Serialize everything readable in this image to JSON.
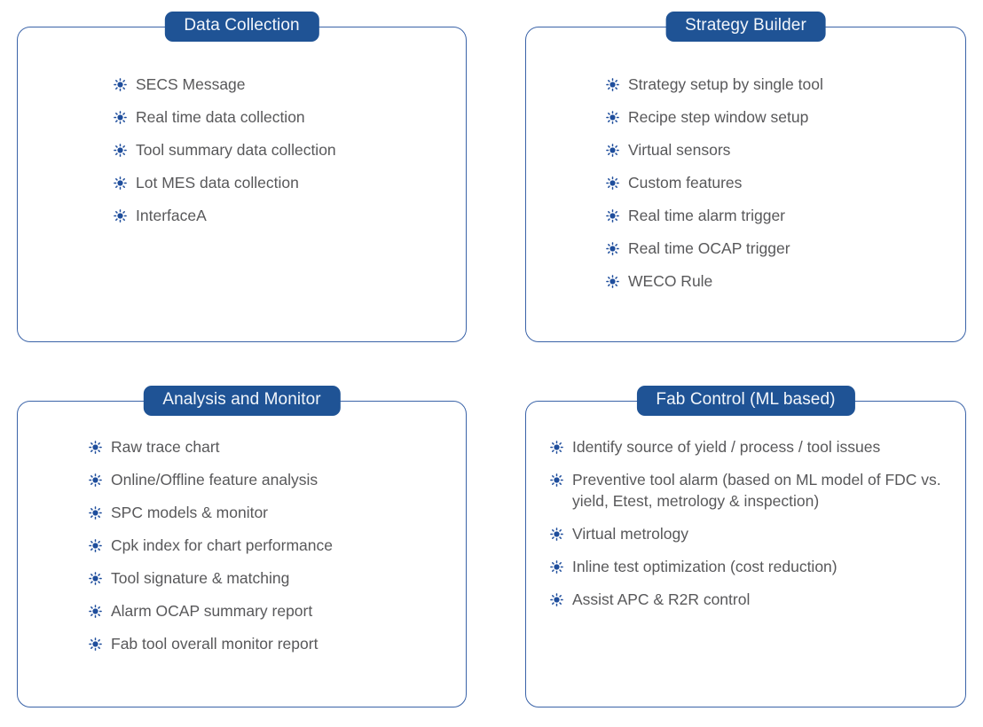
{
  "theme": {
    "card_border": "#3a63a8",
    "badge_bg": "#1f5395",
    "badge_text": "#f2f6fb",
    "item_text": "#58585a",
    "bullet_color": "#1f4e9c",
    "background": "#ffffff"
  },
  "icons": {
    "bullet": "radiating-dot-icon"
  },
  "cards": [
    {
      "id": "data-collection",
      "title": "Data Collection",
      "items": [
        "SECS Message",
        "Real time data collection",
        "Tool summary data collection",
        "Lot MES data collection",
        "InterfaceA"
      ]
    },
    {
      "id": "strategy-builder",
      "title": "Strategy Builder",
      "items": [
        "Strategy setup by single tool",
        "Recipe step window setup",
        "Virtual sensors",
        "Custom features",
        "Real time alarm trigger",
        "Real time OCAP trigger",
        "WECO Rule"
      ]
    },
    {
      "id": "analysis-and-monitor",
      "title": "Analysis and Monitor",
      "items": [
        "Raw trace chart",
        "Online/Offline feature analysis",
        "SPC models & monitor",
        "Cpk index for chart performance",
        "Tool signature & matching",
        "Alarm OCAP summary report",
        "Fab tool overall monitor report"
      ]
    },
    {
      "id": "fab-control-ml-based",
      "title": "Fab Control (ML based)",
      "items": [
        "Identify source of yield / process / tool issues",
        "Preventive tool alarm (based on ML model of FDC vs. yield, Etest, metrology & inspection)",
        "Virtual metrology",
        "Inline test optimization (cost reduction)",
        "Assist APC & R2R control"
      ]
    }
  ]
}
